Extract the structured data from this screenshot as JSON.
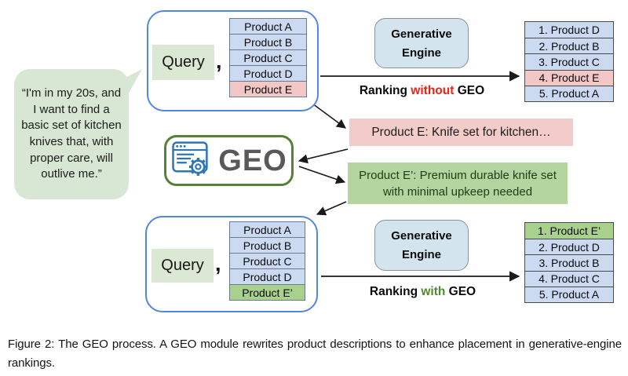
{
  "speech_bubble": {
    "text": "“I'm in my 20s, and I want to find a basic set of kitchen knives that, with proper care, will outlive me.”"
  },
  "query": {
    "label": "Query",
    "comma": ","
  },
  "top_flow": {
    "products": [
      "Product A",
      "Product B",
      "Product C",
      "Product D",
      "Product E"
    ],
    "engine_lines": [
      "Generative",
      "Engine"
    ],
    "ranking_label": {
      "prefix": "Ranking ",
      "highlight": "without",
      "suffix": " GEO"
    },
    "ranking": [
      "1. Product D",
      "2. Product B",
      "3. Product C",
      "4. Product E",
      "5. Product A"
    ]
  },
  "bottom_flow": {
    "products": [
      "Product A",
      "Product B",
      "Product C",
      "Product D",
      "Product E’"
    ],
    "engine_lines": [
      "Generative",
      "Engine"
    ],
    "ranking_label": {
      "prefix": "Ranking ",
      "highlight": "with",
      "suffix": " GEO"
    },
    "ranking": [
      "1. Product E’",
      "2. Product D",
      "3. Product B",
      "4. Product C",
      "5. Product A"
    ]
  },
  "geo_module": {
    "label": "GEO",
    "icon": "browser-gear-icon"
  },
  "descriptions": {
    "original": "Product E: Knife set for kitchen…",
    "rewritten_lines": [
      "Product E’: Premium durable knife set",
      "with minimal upkeep needed"
    ]
  },
  "caption": "Figure 2: The GEO process. A GEO module rewrites product descriptions to enhance placement in generative-engine rankings.",
  "colors": {
    "blue_cell": "#cbd9f1",
    "pink_cell": "#f3c7c6",
    "green_cell": "#a9d18e",
    "query_chip_green": "#dbe9d4",
    "bubble_green": "#d7e7d3",
    "engine_box_blue": "#d4e4ef",
    "container_border_blue": "#4f87e2",
    "geo_border_green": "#538135",
    "geo_text_gray": "#595959",
    "without_red": "#f32013",
    "with_green": "#4e8a2e",
    "original_box_pink": "#f3cbc8",
    "rewritten_box_green": "#b4d4a0",
    "rewritten_text_green": "#1f3d14",
    "icon_blue": "#2e75b6"
  }
}
